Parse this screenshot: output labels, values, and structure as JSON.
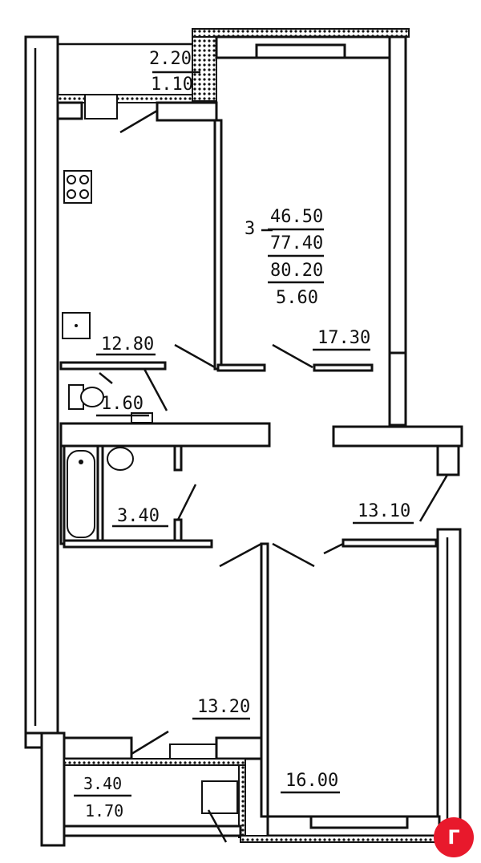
{
  "apartment": {
    "rooms_count": "3",
    "living_area": "46.50",
    "total_area": "77.40",
    "total_with_balconies": "80.20",
    "balcony_area": "5.60"
  },
  "rooms": [
    {
      "id": "balcony-top-dims",
      "line1": "2.20",
      "line2": "1.10"
    },
    {
      "id": "kitchen",
      "label": "12.80"
    },
    {
      "id": "living-room-top",
      "label": "17.30"
    },
    {
      "id": "toilet",
      "label": "1.60"
    },
    {
      "id": "bathroom",
      "label": "3.40"
    },
    {
      "id": "hallway",
      "label": "13.10"
    },
    {
      "id": "bedroom-left",
      "label": "13.20"
    },
    {
      "id": "bedroom-right",
      "label": "16.00"
    },
    {
      "id": "balcony-bottom-dims",
      "line1": "3.40",
      "line2": "1.70"
    }
  ],
  "badge": {
    "text": "Γ"
  },
  "colors": {
    "line": "#111111",
    "badge": "#e8192c"
  }
}
